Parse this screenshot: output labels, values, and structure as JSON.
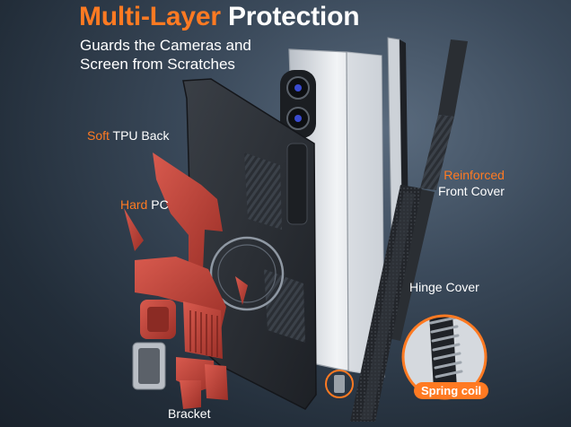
{
  "headline": {
    "accent": "Multi-Layer",
    "rest": "Protection"
  },
  "subtitle": {
    "line1": "Guards the Cameras and",
    "line2": "Screen from Scratches"
  },
  "labels": {
    "soft_tpu": {
      "accent": "Soft",
      "rest": "TPU Back"
    },
    "hard_pc": {
      "accent": "Hard",
      "rest": "PC"
    },
    "reinforced": {
      "accent": "Reinforced",
      "rest": "Front Cover"
    },
    "hinge": "Hinge Cover",
    "bracket": "Bracket",
    "spring": "Spring coil"
  },
  "colors": {
    "accent": "#ff7a22",
    "red_shell": "#c4453c",
    "black_case": "#2b2f35",
    "silver_phone": "#dfe3e8",
    "background": "#2f3c4b"
  },
  "icons": [
    "camera-lens-icon",
    "magnetic-ring-icon",
    "spring-coil-icon"
  ]
}
